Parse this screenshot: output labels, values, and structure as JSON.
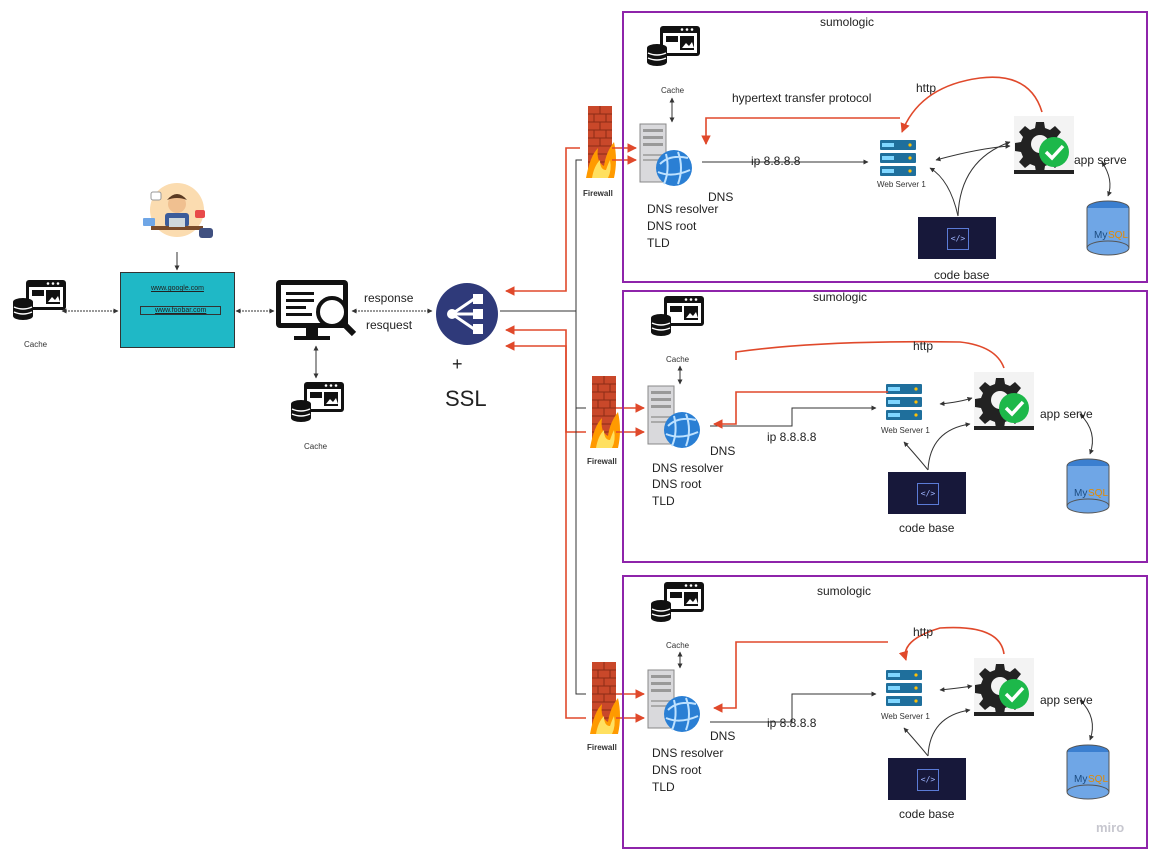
{
  "browser": {
    "url1": "www.google.com",
    "url2": "www.foobar.com"
  },
  "labels": {
    "cache": "Cache",
    "response": "response",
    "request": "resquest",
    "plus": "+",
    "ssl": "SSL",
    "firewall": "Firewall",
    "watermark": "miro"
  },
  "clusters": [
    {
      "title": "sumologic",
      "protocol": "hypertext transfer protocol",
      "http": "http",
      "ip": "ip 8.8.8.8",
      "dns": "DNS",
      "resolver": "DNS resolver",
      "root": "DNS root",
      "tld": "TLD",
      "web_server": "Web Server 1",
      "app": "app serve",
      "code": "code base",
      "db": "MySQL"
    },
    {
      "title": "sumologic",
      "protocol": "",
      "http": "http",
      "ip": "ip 8.8.8.8",
      "dns": "DNS",
      "resolver": "DNS resolver",
      "root": "DNS root",
      "tld": "TLD",
      "web_server": "Web Server 1",
      "app": "app serve",
      "code": "code base",
      "db": "MySQL"
    },
    {
      "title": "sumologic",
      "protocol": "",
      "http": "http",
      "ip": "ip 8.8.8.8",
      "dns": "DNS",
      "resolver": "DNS resolver",
      "root": "DNS root",
      "tld": "TLD",
      "web_server": "Web Server 1",
      "app": "app serve",
      "code": "code base",
      "db": "MySQL"
    }
  ],
  "colors": {
    "frame": "#8e24aa",
    "arrow_red": "#e0492b",
    "arrow_dark": "#333333",
    "browser": "#1fb8c6",
    "lb": "#2f3a7a"
  }
}
